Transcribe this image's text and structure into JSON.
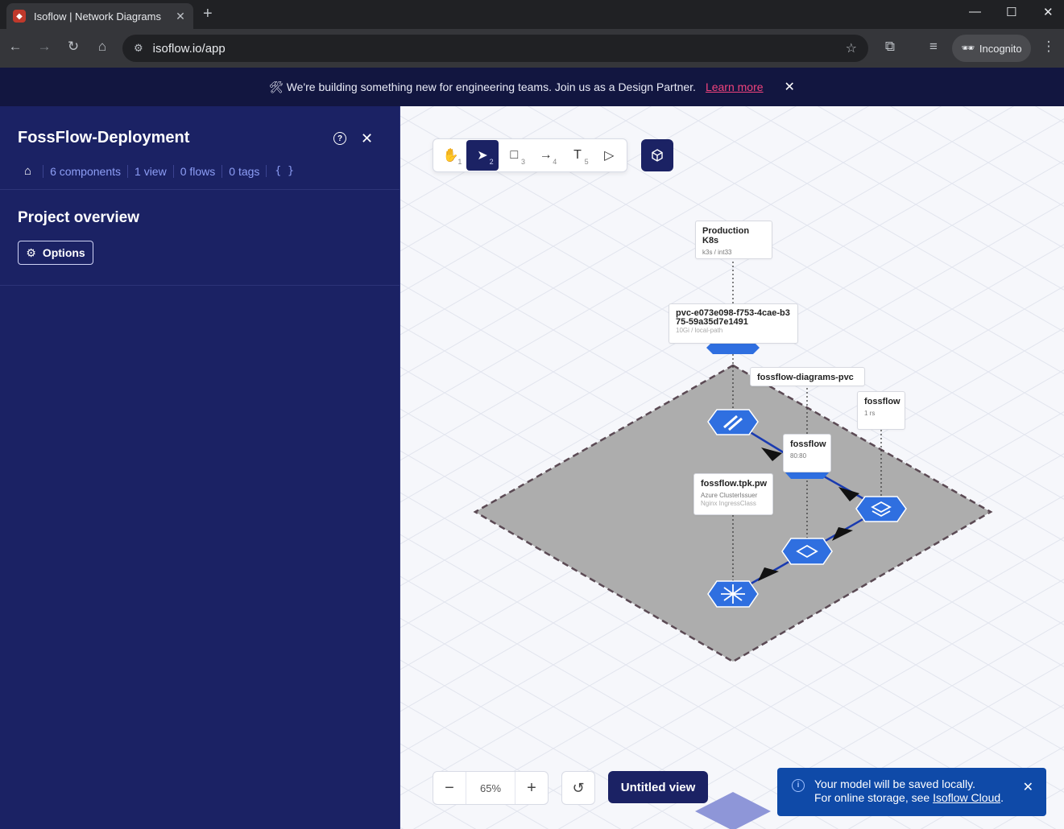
{
  "browser": {
    "tab_title": "Isoflow | Network Diagrams",
    "url": "isoflow.io/app",
    "incognito_label": "Incognito"
  },
  "banner": {
    "message": "🛠 We're building something new for engineering teams. Join us as a Design Partner.",
    "link": "Learn more"
  },
  "panel": {
    "title": "FossFlow-Deployment",
    "stats": [
      "6 components",
      "1 view",
      "0 flows",
      "0 tags"
    ],
    "braces": "{ }",
    "section_title": "Project overview",
    "options_label": "Options"
  },
  "toolbar": {
    "tools": [
      {
        "name": "pan",
        "key": "1"
      },
      {
        "name": "select",
        "key": "2"
      },
      {
        "name": "rectangle",
        "key": "3"
      },
      {
        "name": "connector",
        "key": "4"
      },
      {
        "name": "text",
        "key": "5"
      },
      {
        "name": "present",
        "key": ""
      }
    ]
  },
  "zoom": {
    "value": "65%"
  },
  "view": {
    "name": "Untitled view"
  },
  "toast": {
    "line1": "Your model will be saved locally.",
    "line2_prefix": "For online storage, see ",
    "line2_link": "Isoflow Cloud",
    "line2_suffix": "."
  },
  "nodes": {
    "prod": {
      "title": "Production K8s",
      "sub": "k3s / int33"
    },
    "pvc": {
      "title": "pvc-e073e098-f753-4cae-b375-59a35d7e1491",
      "sub": "10Gi / local-path"
    },
    "pvcname": {
      "title": "fossflow-diagrams-pvc"
    },
    "rs": {
      "title": "fossflow",
      "sub": "1 rs"
    },
    "svc": {
      "title": "fossflow",
      "sub": "80:80"
    },
    "ingress": {
      "title": "fossflow.tpk.pw",
      "sub": "Azure ClusterIssuer",
      "sub2": "Nginx IngressClass"
    }
  },
  "colors": {
    "accent": "#1b2264",
    "node": "#2f6fe0",
    "toast": "#0f4aa8",
    "link": "#f0437c"
  }
}
